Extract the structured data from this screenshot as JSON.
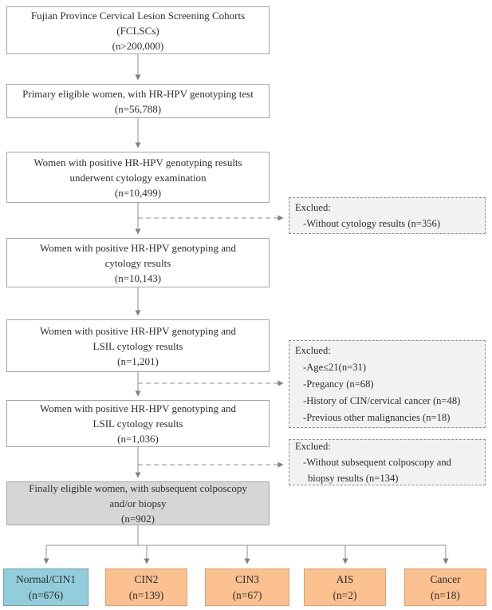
{
  "diagram_title": "Fujian Province Cervical Lesion Screening Cohorts flow diagram",
  "colors": {
    "box_border": "#a6a6a6",
    "final_box_fill": "#d6d6d6",
    "excluded_fill": "#f2f2f2",
    "arrow": "#8f8f8f",
    "outcome_blue": "#92cddc",
    "outcome_orange": "#fac090"
  },
  "flow": [
    {
      "lines": [
        "Fujian Province Cervical Lesion Screening Cohorts",
        "(FCLSCs)",
        "(n>200,000)"
      ]
    },
    {
      "lines": [
        "Primary eligible women, with HR-HPV genotyping test",
        "(n=56,788)"
      ]
    },
    {
      "lines": [
        "Women with positive HR-HPV genotyping results",
        "underwent cytology examination",
        "(n=10,499)"
      ]
    },
    {
      "lines": [
        "Women with positive HR-HPV genotyping and",
        "cytology results",
        "(n=10,143)"
      ]
    },
    {
      "lines": [
        "Women with positive HR-HPV genotyping and",
        "LSIL cytology results",
        "(n=1,201)"
      ]
    },
    {
      "lines": [
        "Women with positive HR-HPV genotyping and",
        "LSIL cytology results",
        "(n=1,036)"
      ]
    },
    {
      "lines": [
        "Finally eligible women, with subsequent colposcopy",
        "and/or biopsy",
        "(n=902)"
      ]
    }
  ],
  "excluded": [
    {
      "title": "Exclued:",
      "items": [
        "-Without cytology results (n=356)"
      ]
    },
    {
      "title": "Exclued:",
      "items": [
        "-Age≤21(n=31)",
        "-Pregancy (n=68)",
        "-History of CIN/cervical cancer (n=48)",
        "-Previous other malignancies (n=18)"
      ]
    },
    {
      "title": "Exclued:",
      "items": [
        "-Without subsequent colposcopy and",
        "biopsy results (n=134)"
      ]
    }
  ],
  "outcomes": [
    {
      "label": "Normal/CIN1",
      "count": "(n=676)",
      "fill": "#92cddc"
    },
    {
      "label": "CIN2",
      "count": "(n=139)",
      "fill": "#fac090"
    },
    {
      "label": "CIN3",
      "count": "(n=67)",
      "fill": "#fac090"
    },
    {
      "label": "AIS",
      "count": "(n=2)",
      "fill": "#fac090"
    },
    {
      "label": "Cancer",
      "count": "(n=18)",
      "fill": "#fac090"
    }
  ]
}
